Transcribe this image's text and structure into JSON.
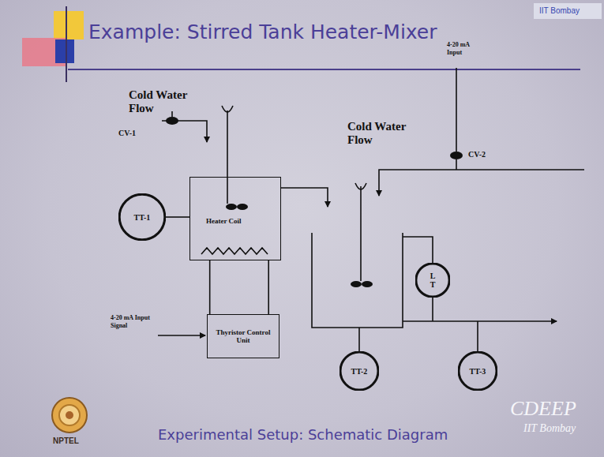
{
  "diagram": {
    "title": "Example: Stirred Tank Heater-Mixer",
    "caption": "Experimental Setup: Schematic Diagram",
    "nodes": [
      {
        "text": [
          "Heater Coil"
        ]
      },
      {
        "text": [
          "TT-1"
        ]
      },
      {
        "text": [
          "Thyristor Control Unit"
        ]
      },
      {
        "text": [
          "L T"
        ]
      },
      {
        "text": [
          "TT-2"
        ]
      },
      {
        "text": [
          "TT-3"
        ]
      }
    ],
    "edges": [
      {
        "from": 1,
        "to": 0,
        "arrow": "none"
      },
      {
        "from": 0,
        "to": 2,
        "arrow": "none"
      },
      {
        "from": 0,
        "to": 2,
        "arrow": "none"
      }
    ],
    "labels": [
      "IIT Bombay",
      "Cold Water Flow",
      "CV-1",
      "4-20 mA Input Signal",
      "Cold Water Flow",
      "4-20 mA Input",
      "CV-2",
      "NPTEL",
      "CDEEP",
      "IIT Bombay"
    ]
  }
}
